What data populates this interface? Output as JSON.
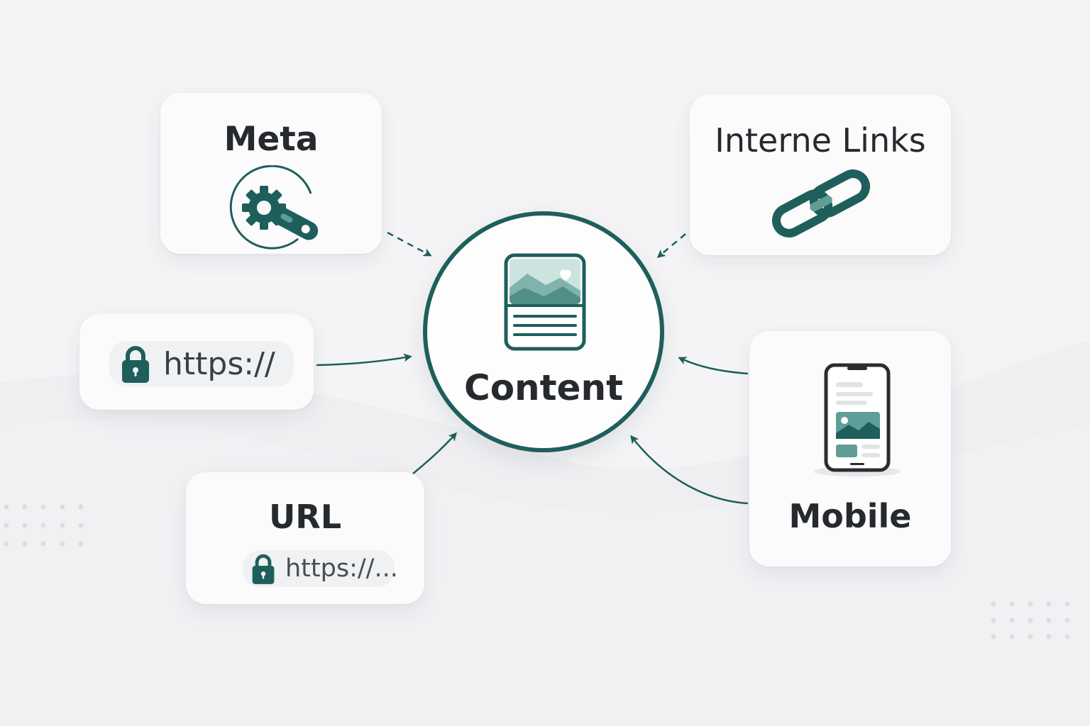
{
  "center": {
    "label": "Content",
    "icon": "content-card-icon"
  },
  "nodes": {
    "meta": {
      "title": "Meta",
      "icon": "gear-key-icon"
    },
    "links": {
      "title": "Interne Links",
      "icon": "chain-link-icon"
    },
    "https": {
      "text": "https://",
      "icon": "lock-icon"
    },
    "url": {
      "title": "URL",
      "text": "https://...",
      "icon": "lock-icon"
    },
    "mobile": {
      "title": "Mobile",
      "icon": "smartphone-icon"
    }
  },
  "colors": {
    "accent": "#1e5f5c",
    "accent_light": "#5f9e97",
    "background": "#f4f4f6",
    "card": "#fbfbfc",
    "text": "#262a2e"
  }
}
